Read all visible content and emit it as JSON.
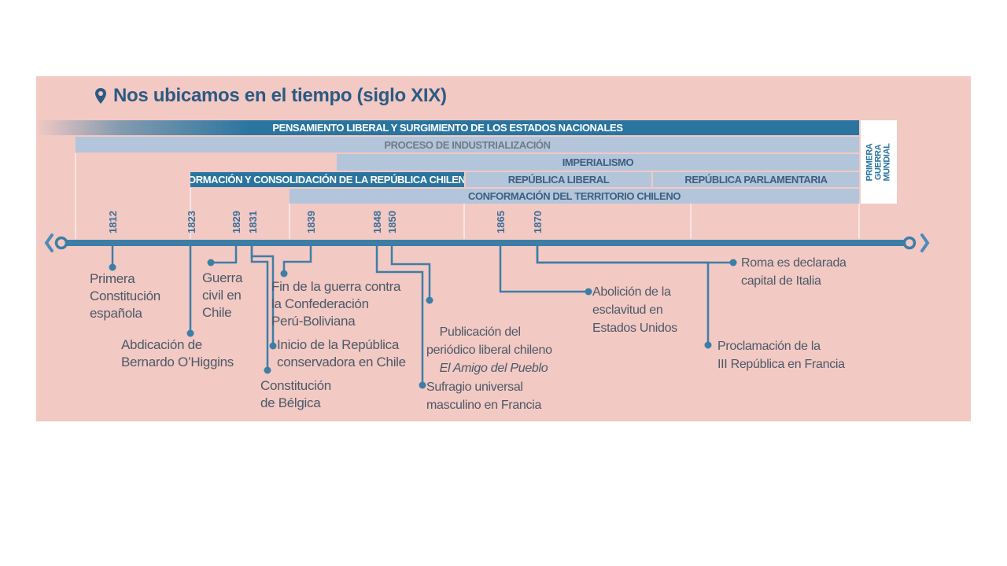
{
  "title": "Nos ubicamos en el tiempo (siglo XIX)",
  "icons": {
    "title_icon": "location-pin-icon",
    "left_arrow": "chevron-left-icon",
    "right_arrow": "chevron-right-icon"
  },
  "colors": {
    "panel_bg": "#f3c9c4",
    "dark_band": "#2a75a0",
    "light_band": "#b2c5da",
    "axis": "#3d7ea6",
    "title": "#2b5a83",
    "text": "#4b5968"
  },
  "bands": {
    "liberal": "PENSAMIENTO LIBERAL Y SURGIMIENTO DE LOS ESTADOS NACIONALES",
    "industrial": "PROCESO DE INDUSTRIALIZACIÓN",
    "imperialismo": "IMPERIALISMO",
    "formacion": "FORMACIÓN Y CONSOLIDACIÓN DE LA REPÚBLICA CHILENA",
    "republica_liberal": "REPÚBLICA LIBERAL",
    "republica_parlamentaria": "REPÚBLICA PARLAMENTARIA",
    "territorio": "CONFORMACIÓN DEL TERRITORIO CHILENO",
    "guerra": "PRIMERA\nGUERRA\nMUNDIAL"
  },
  "years": [
    "1812",
    "1823",
    "1829",
    "1831",
    "1839",
    "1848",
    "1850",
    "1865",
    "1870"
  ],
  "events": {
    "e1812": "Primera\nConstitución\nespañola",
    "e1823": "Abdicación de\nBernardo O’Higgins",
    "e1829": "Guerra\ncivil en\nChile",
    "e1831a": "Constitución\nde Bélgica",
    "e1831b": "Inicio de la República\nconservadora en Chile",
    "e1839": "Fin de la guerra contra\nla Confederación\nPerú-Boliviana",
    "e1848": "Sufragio universal\nmasculino en Francia",
    "e1850a": "Publicación del\nperiódico liberal chileno",
    "e1850b": "El Amigo del Pueblo",
    "e1865": "Abolición de la\nesclavitud en\nEstados Unidos",
    "e1870a": "Roma es declarada\ncapital de Italia",
    "e1870b": "Proclamación de la\nIII República en Francia"
  }
}
